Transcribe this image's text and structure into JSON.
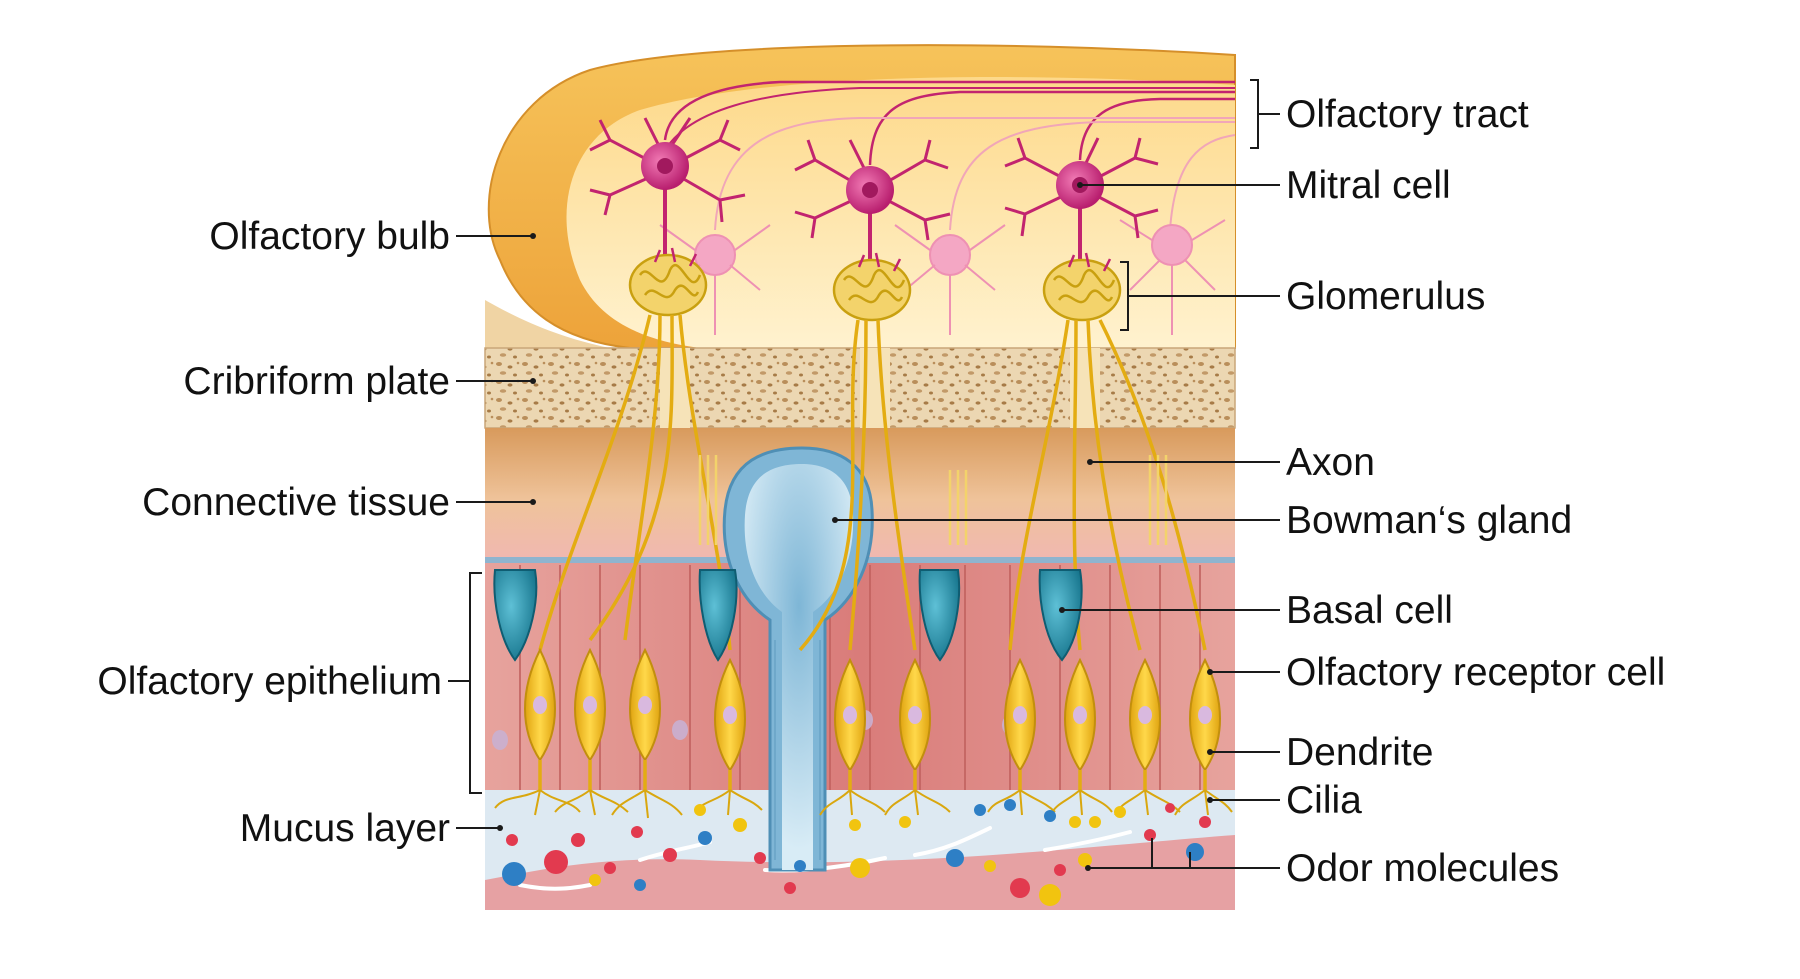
{
  "labels_left": {
    "olfactory_bulb": "Olfactory bulb",
    "cribriform_plate": "Cribriform plate",
    "connective_tissue": "Connective tissue",
    "olfactory_epithelium": "Olfactory epithelium",
    "mucus_layer": "Mucus layer"
  },
  "labels_right": {
    "olfactory_tract": "Olfactory tract",
    "mitral_cell": "Mitral cell",
    "glomerulus": "Glomerulus",
    "axon": "Axon",
    "bowmans_gland": "Bowman‘s gland",
    "basal_cell": "Basal cell",
    "olfactory_receptor_cell": "Olfactory receptor cell",
    "dendrite": "Dendrite",
    "cilia": "Cilia",
    "odor_molecules": "Odor molecules"
  },
  "colors": {
    "bulb_outer": "#f4b63f",
    "bulb_inner": "#fde7a6",
    "bone": "#e9cfa4",
    "connective": "#e9b27a",
    "epithelium": "#e38f8c",
    "mucus": "#dfe9f2",
    "neuron": "#f2c323",
    "mitral": "#d6388a",
    "basal": "#1f8ca6",
    "gland": "#9bcbe6"
  }
}
